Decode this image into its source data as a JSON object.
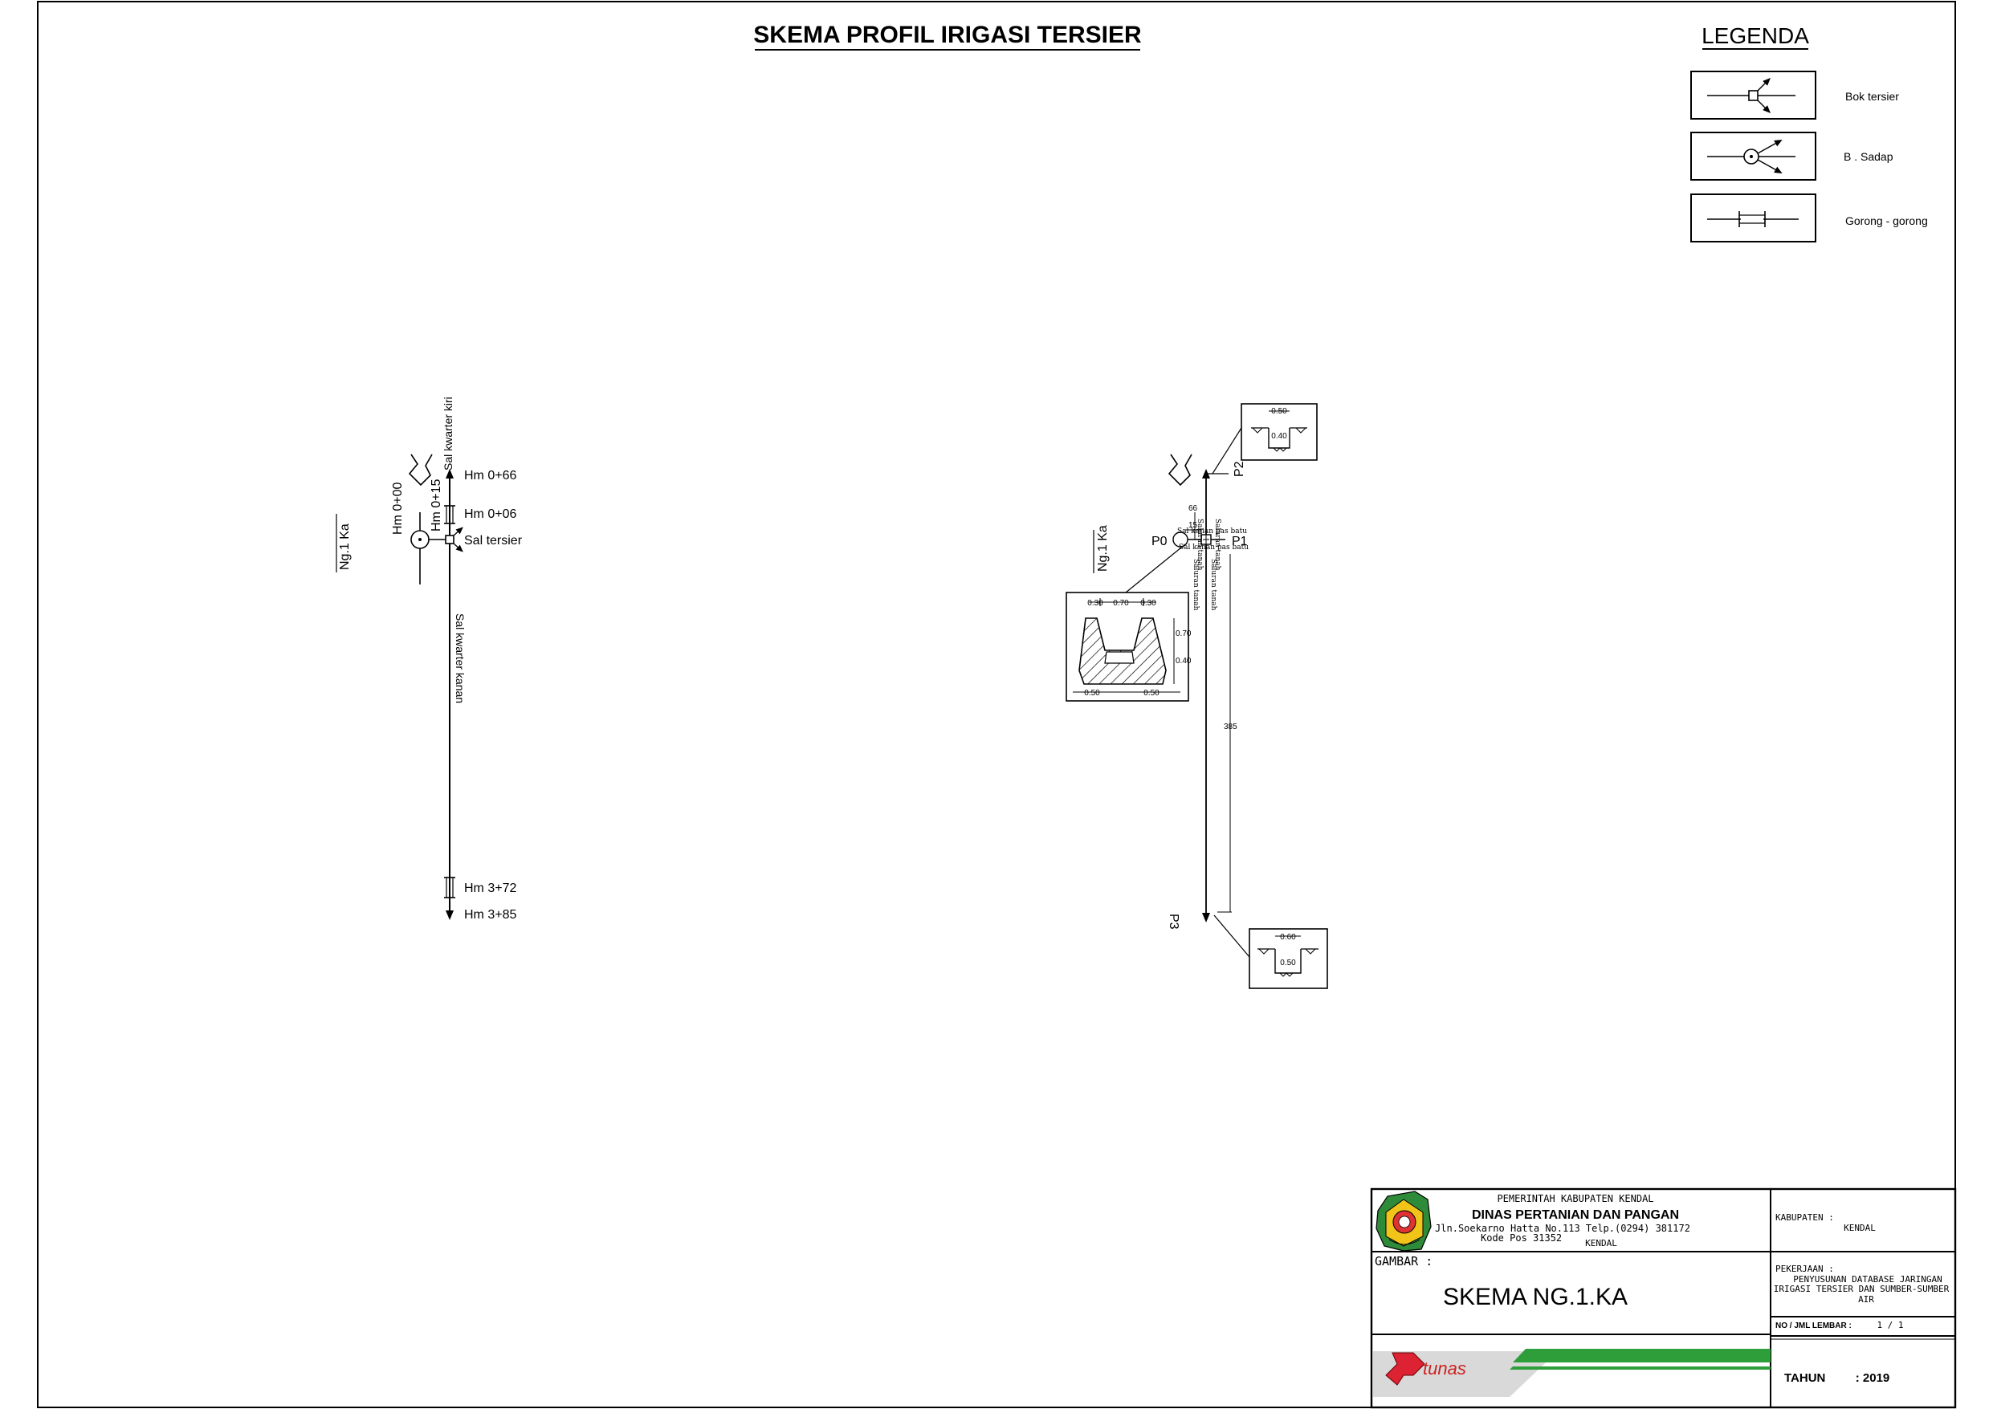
{
  "title": "SKEMA PROFIL IRIGASI TERSIER",
  "legend": {
    "heading": "LEGENDA",
    "items": [
      {
        "label": "Bok tersier",
        "icon": "bok-tersier-icon"
      },
      {
        "label": "B . Sadap",
        "icon": "bangunan-sadap-icon"
      },
      {
        "label": "Gorong - gorong",
        "icon": "gorong-gorong-icon"
      }
    ]
  },
  "scheme_left": {
    "code": "Ng.1 Ka",
    "hm_start": "Hm 0+00",
    "hm_015": "Hm 0+15",
    "sal_kiri": "Sal kwarter kiri",
    "sal_kanan": "Sal kwarter kanan",
    "hm_066": "Hm 0+66",
    "hm_006": "Hm 0+06",
    "sal_tersier": "Sal tersier",
    "hm_372": "Hm 3+72",
    "hm_385": "Hm 3+85"
  },
  "scheme_right": {
    "code": "Ng.1 Ka",
    "p0": "P0",
    "p1": "P1",
    "p2": "P2",
    "p3": "P3",
    "dist_66": "66",
    "dist_15": "15",
    "dist_385": "385",
    "label_sal_kanan_pas_batu_1": "Sal kanan pas batu",
    "label_sal_kanan_pas_batu_2": "Sal kanan pas batu",
    "label_saluran_tanah_1": "Saluran tanah",
    "label_saluran_tanah_2": "Saluran tanah",
    "label_saluran_tanah_3": "Saluran tanah",
    "label_saluran_tanah_4": "Saluran tanah",
    "section_top": {
      "width": "0.50",
      "depth": "0.40"
    },
    "section_bottom": {
      "width": "0.60",
      "depth": "0.50"
    },
    "section_box": {
      "top_a": "0.30",
      "top_b": "0.70",
      "top_c": "0.30",
      "right_a": "0.70",
      "right_b": "0.40",
      "bottom_a": "0.50",
      "bottom_b": "0.50"
    }
  },
  "title_block": {
    "gov": "PEMERINTAH KABUPATEN KENDAL",
    "dept": "DINAS PERTANIAN DAN PANGAN",
    "address": "Jln.Soekarno Hatta No.113 Telp.(0294) 381172",
    "postal": "Kode Pos 31352",
    "city": "KENDAL",
    "gambar_label": "GAMBAR :",
    "gambar_value": "SKEMA NG.1.KA",
    "kabupaten_label": "KABUPATEN :",
    "kabupaten_value": "KENDAL",
    "pekerjaan_label": "PEKERJAAN :",
    "pekerjaan_line1": "PENYUSUNAN DATABASE JARINGAN",
    "pekerjaan_line2": "IRIGASI TERSIER DAN SUMBER-SUMBER",
    "pekerjaan_line3": "AIR",
    "lembar_label": "NO / JML LEMBAR :",
    "lembar_value": "1 / 1",
    "tahun_label": "TAHUN",
    "tahun_value": ": 2019",
    "consultant": "tunas"
  }
}
